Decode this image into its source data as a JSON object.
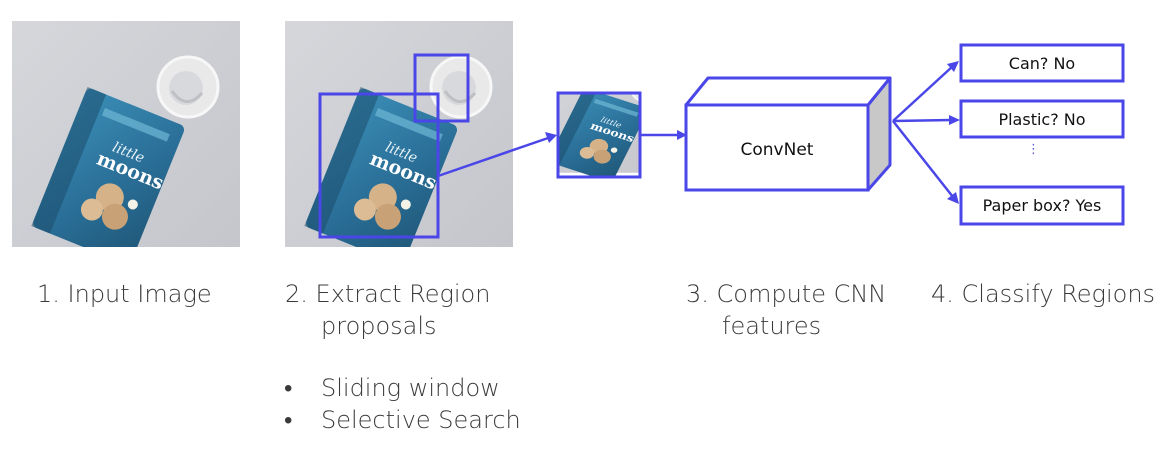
{
  "steps": {
    "s1": "1. Input Image",
    "s2_line1": "2. Extract Region",
    "s2_line2": "proposals",
    "s3_line1": "3. Compute CNN",
    "s3_line2": "features",
    "s4": "4. Classify Regions"
  },
  "methods": [
    "Sliding window",
    "Selective Search"
  ],
  "bullet_char": "•",
  "convnet_label": "ConvNet",
  "outputs": [
    "Can? No",
    "Plastic? No",
    "Paper box? Yes"
  ],
  "ellipsis": "⋮",
  "colors": {
    "accent": "#4a46e8",
    "cube_side": "#c8c8c8"
  },
  "image_text": {
    "brand_small": "little",
    "brand_large": "moons"
  }
}
